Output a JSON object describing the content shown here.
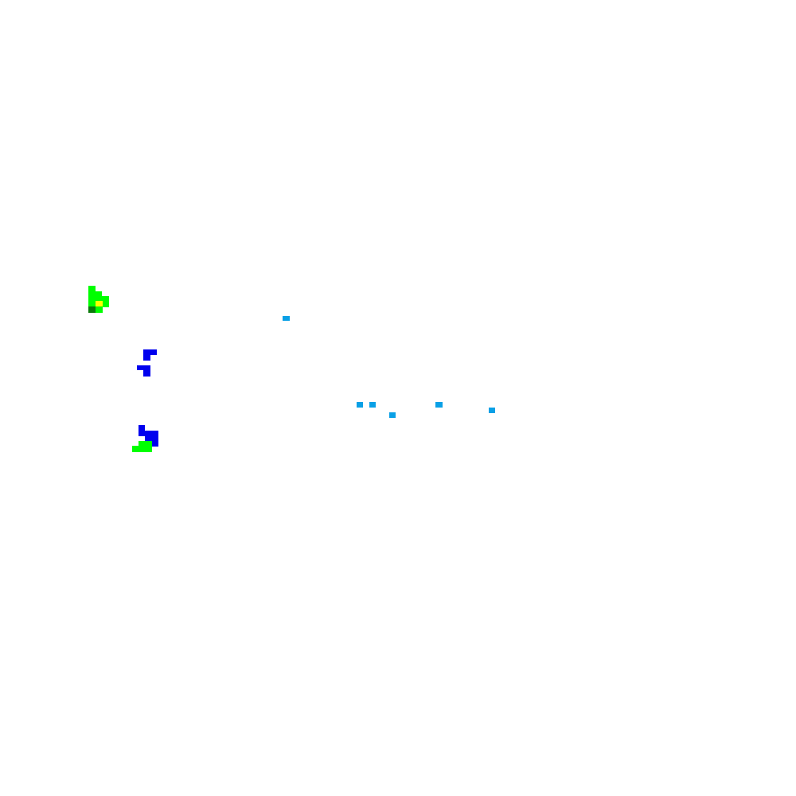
{
  "scene": {
    "background_color": "#ffffff",
    "colors": {
      "bright_green": "#00ff00",
      "dark_green": "#0a7a0a",
      "yellow": "#ffff00",
      "blue": "#0000ee",
      "cyan": "#0aa0e6"
    },
    "entities": [
      {
        "name": "green-creature-sprite",
        "kind": "unit",
        "team": "green"
      },
      {
        "name": "blue-unit-upper-sprite",
        "kind": "unit",
        "team": "blue"
      },
      {
        "name": "blue-green-unit-lower-sprite",
        "kind": "unit",
        "team": "blue-green"
      },
      {
        "name": "cyan-particles",
        "kind": "particles",
        "count": 6
      }
    ]
  }
}
